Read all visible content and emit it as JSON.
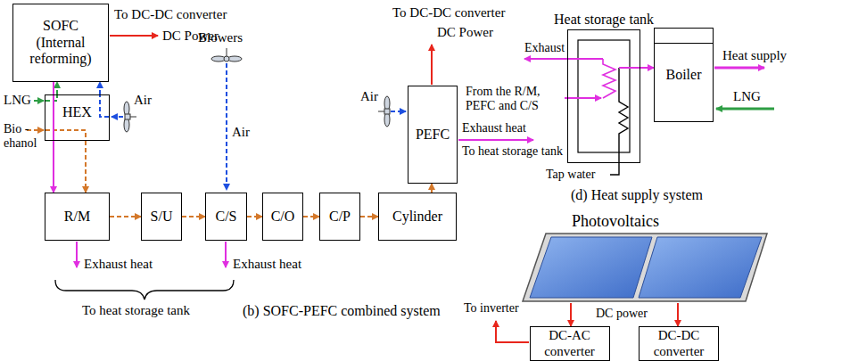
{
  "diagram": {
    "nodes": [
      {
        "text": [
          "SOFC (Internal reforming)"
        ]
      },
      {
        "text": [
          "HEX"
        ]
      },
      {
        "text": [
          "R/M"
        ]
      },
      {
        "text": [
          "S/U"
        ]
      },
      {
        "text": [
          "C/S"
        ]
      },
      {
        "text": [
          "C/O"
        ]
      },
      {
        "text": [
          "C/P"
        ]
      },
      {
        "text": [
          "Cylinder"
        ]
      },
      {
        "text": [
          "PEFC"
        ]
      },
      {
        "text": [
          "Heat storage tank"
        ]
      },
      {
        "text": [
          "Boiler"
        ]
      },
      {
        "text": [
          "Photovoltaics"
        ]
      },
      {
        "text": [
          "DC-AC converter"
        ]
      },
      {
        "text": [
          "DC-DC converter"
        ]
      }
    ],
    "edges": [
      {
        "from": 1,
        "to": 0,
        "arrow": "to"
      },
      {
        "from": 1,
        "to": 0,
        "arrow": "to"
      },
      {
        "from": 0,
        "to": 2,
        "arrow": "to"
      },
      {
        "from": 1,
        "to": 2,
        "arrow": "to"
      },
      {
        "from": 2,
        "to": 3,
        "arrow": "to"
      },
      {
        "from": 3,
        "to": 4,
        "arrow": "to"
      },
      {
        "from": 4,
        "to": 5,
        "arrow": "to"
      },
      {
        "from": 5,
        "to": 6,
        "arrow": "to"
      },
      {
        "from": 6,
        "to": 7,
        "arrow": "to"
      },
      {
        "from": 7,
        "to": 8,
        "arrow": "to"
      },
      {
        "from": 9,
        "to": 10,
        "arrow": "to"
      },
      {
        "from": 11,
        "to": 12,
        "arrow": "to"
      },
      {
        "from": 11,
        "to": 13,
        "arrow": "to"
      }
    ],
    "labels": [
      "To DC-DC converter",
      "DC Power",
      "To DC-DC converter",
      "DC Power",
      "LNG",
      "Bio -ehanol",
      "Air",
      "Blowers",
      "Air",
      "Air",
      "Exhaust heat",
      "To heat storage tank",
      "Exhaust heat",
      "Exhaust heat",
      "To heat storage tank",
      "(b) SOFC-PEFC combined system",
      "Exhaust",
      "From the R/M, PEFC and C/S",
      "Tap water",
      "Heat supply",
      "LNG",
      "(d) Heat supply system",
      "DC power",
      "To inverter"
    ]
  }
}
